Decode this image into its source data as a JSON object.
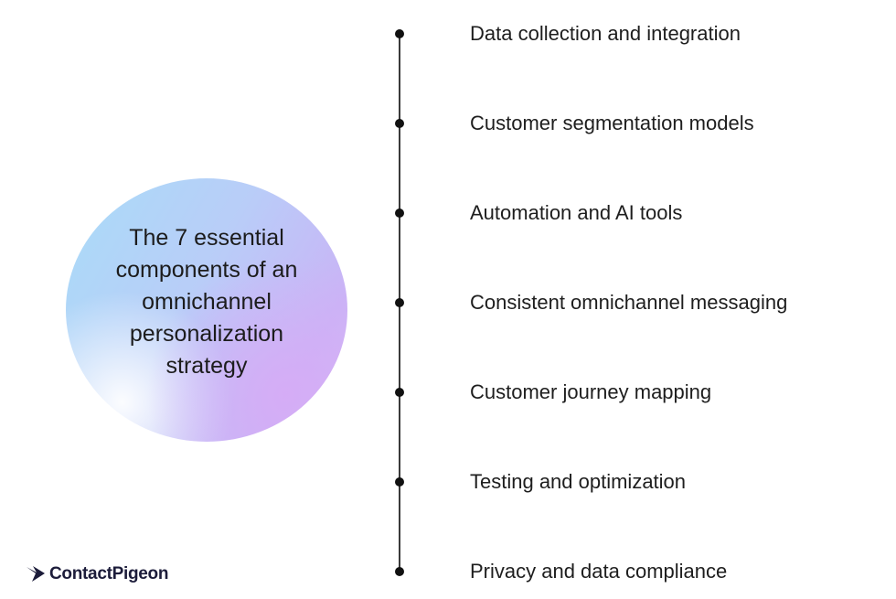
{
  "center": {
    "title": "The 7 essential components of an omnichannel personalization strategy"
  },
  "timeline": {
    "items": [
      {
        "label": "Data collection and integration"
      },
      {
        "label": "Customer segmentation models"
      },
      {
        "label": "Automation and AI tools"
      },
      {
        "label": "Consistent omnichannel messaging"
      },
      {
        "label": "Customer journey mapping"
      },
      {
        "label": "Testing and optimization"
      },
      {
        "label": "Privacy and data compliance"
      }
    ]
  },
  "brand": {
    "name": "ContactPigeon",
    "icon": "pigeon-arrow-logo-icon"
  },
  "colors": {
    "circle_blue": "#a9dcf8",
    "circle_purple": "#c9b4f6",
    "line": "#3a3a3a",
    "dot": "#111111"
  }
}
